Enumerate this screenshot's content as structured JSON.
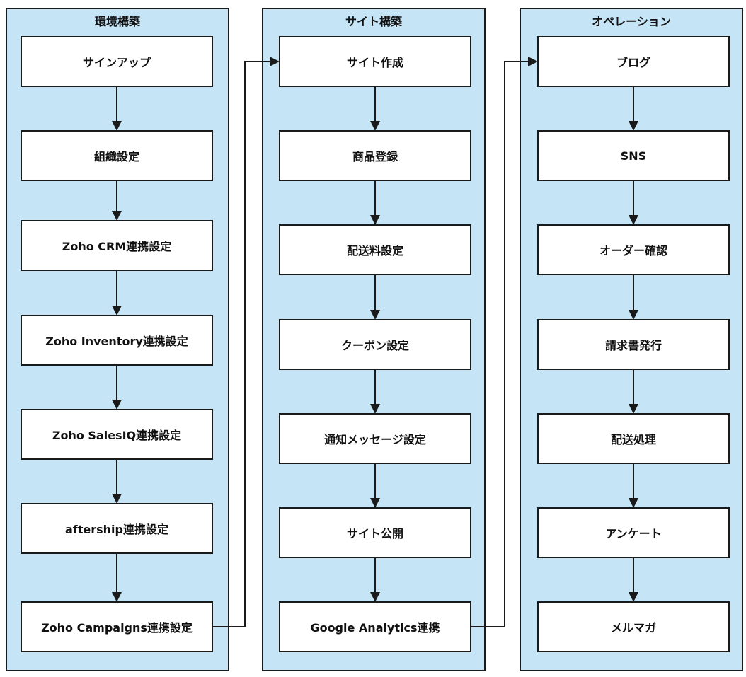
{
  "lanes": [
    {
      "title": "環境構築",
      "steps": [
        "サインアップ",
        "組織設定",
        "Zoho CRM連携設定",
        "Zoho Inventory連携設定",
        "Zoho SalesIQ連携設定",
        "aftership連携設定",
        "Zoho Campaigns連携設定"
      ]
    },
    {
      "title": "サイト構築",
      "steps": [
        "サイト作成",
        "商品登録",
        "配送料設定",
        "クーポン設定",
        "通知メッセージ設定",
        "サイト公開",
        "Google Analytics連携"
      ]
    },
    {
      "title": "オペレーション",
      "steps": [
        "ブログ",
        "SNS",
        "オーダー確認",
        "請求書発行",
        "配送処理",
        "アンケート",
        "メルマガ"
      ]
    }
  ],
  "colors": {
    "lane_fill": "#c5e4f6",
    "box_fill": "#ffffff",
    "stroke": "#1a1a1a"
  }
}
